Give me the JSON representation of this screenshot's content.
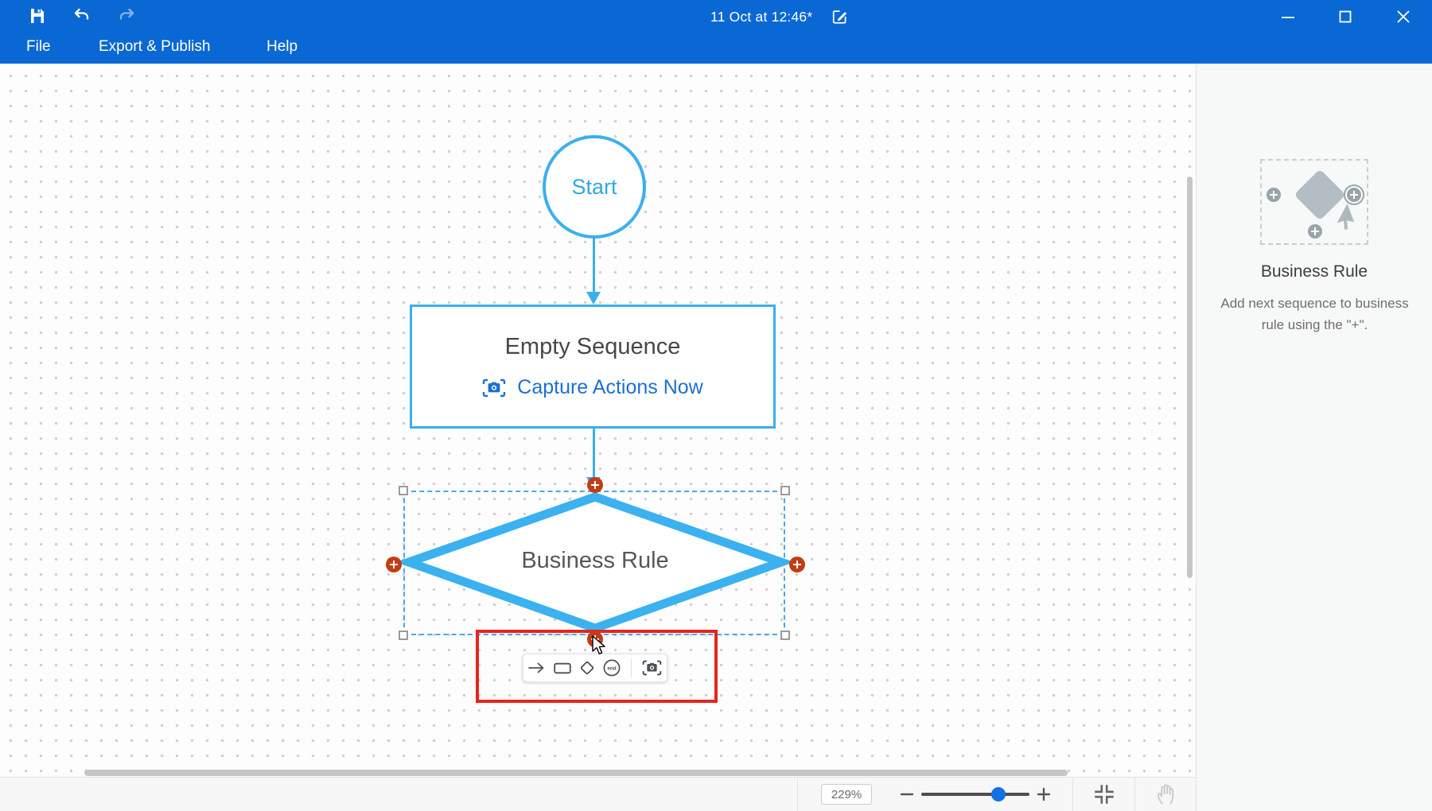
{
  "window": {
    "title": "11 Oct at 12:46*"
  },
  "menu": {
    "items": [
      {
        "label": "File"
      },
      {
        "label": "Export & Publish"
      },
      {
        "label": "Help"
      }
    ]
  },
  "topbar_icons": [
    "save-icon",
    "undo-icon",
    "redo-icon",
    "edit-icon",
    "minimize-icon",
    "maximize-icon",
    "close-icon"
  ],
  "flow": {
    "start_label": "Start",
    "sequence_title": "Empty Sequence",
    "sequence_action": "Capture Actions Now",
    "decision_label": "Business Rule"
  },
  "quick_add": {
    "icons": [
      "arrow-icon",
      "rectangle-icon",
      "diamond-icon",
      "end-icon",
      "capture-icon"
    ],
    "end_label": "end"
  },
  "panel": {
    "title": "Business Rule",
    "description": "Add next sequence to business rule using the \"+\"."
  },
  "statusbar": {
    "zoom_value": "229%"
  },
  "colors": {
    "topbar_blue": "#0a68d4",
    "shape_blue": "#3bafec",
    "link_blue": "#1d6fd3",
    "accent_red": "#c23c16",
    "highlight_red": "#e7241c",
    "slider_blue": "#1372e2",
    "panel_gray": "#b4bdc4"
  }
}
